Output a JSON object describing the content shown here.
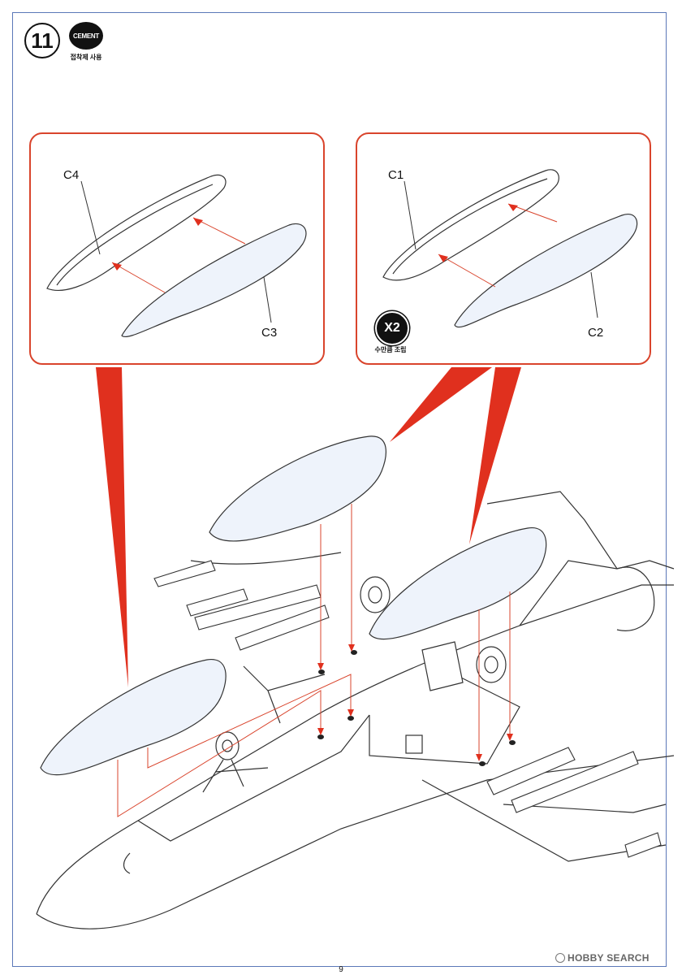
{
  "step": {
    "number": "11"
  },
  "cement": {
    "icon_label": "CEMENT",
    "caption": "접착제 사용"
  },
  "panels": {
    "left": {
      "labels": {
        "frame": "C4",
        "pod": "C3"
      }
    },
    "right": {
      "labels": {
        "frame": "C1",
        "pod": "C2"
      },
      "multiplier": "X2",
      "multiplier_caption": "수만큼 조립"
    }
  },
  "page_number": "9",
  "watermark": {
    "text": "HOBBY SEARCH"
  },
  "colors": {
    "callout": "#d9442c",
    "frame": "#5b78b8",
    "part_fill": "#eef3fb"
  },
  "icons": [
    "cement-icon",
    "repeat-x2-icon",
    "hobby-search-logo-icon"
  ]
}
